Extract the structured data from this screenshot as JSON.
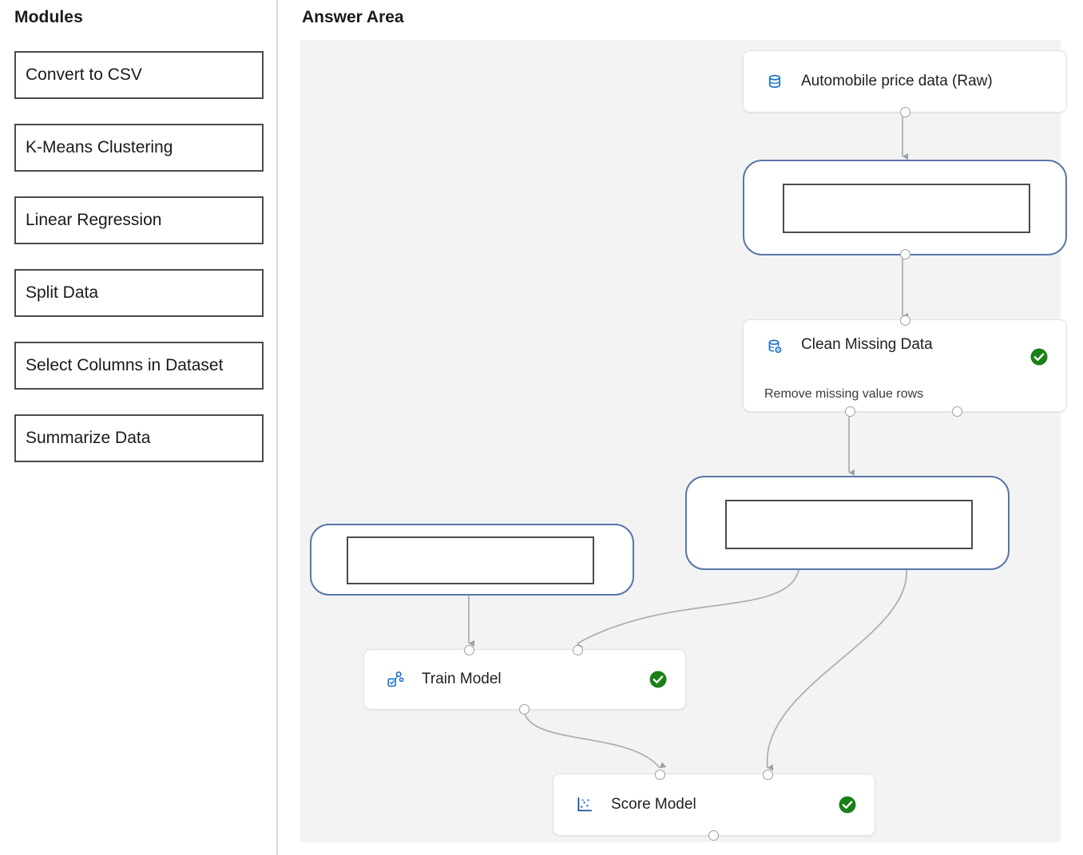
{
  "modules_panel": {
    "title": "Modules",
    "items": [
      {
        "label": "Convert to CSV"
      },
      {
        "label": "K-Means Clustering"
      },
      {
        "label": "Linear Regression"
      },
      {
        "label": "Split Data"
      },
      {
        "label": "Select Columns in Dataset"
      },
      {
        "label": "Summarize Data"
      }
    ]
  },
  "answer_area": {
    "title": "Answer Area",
    "canvas_background": "#f3f3f3",
    "nodes": [
      {
        "id": "automobile-price-data",
        "title": "Automobile price data (Raw)",
        "subtitle": "",
        "icon": "database-icon",
        "status": "",
        "accent": "#1a73c8"
      },
      {
        "id": "clean-missing-data",
        "title": "Clean Missing Data",
        "subtitle": "Remove missing value rows",
        "icon": "database-gear-icon",
        "status": "check-circle-icon",
        "accent": "#1a73c8"
      },
      {
        "id": "train-model",
        "title": "Train Model",
        "subtitle": "",
        "icon": "model-graph-icon",
        "status": "check-circle-icon",
        "accent": "#1a73c8"
      },
      {
        "id": "score-model",
        "title": "Score Model",
        "subtitle": "",
        "icon": "scatter-plot-icon",
        "status": "check-circle-icon",
        "accent": "#1a73c8"
      }
    ],
    "dropzones": [
      {
        "id": "dropzone-1",
        "label": ""
      },
      {
        "id": "dropzone-2",
        "label": ""
      },
      {
        "id": "dropzone-3",
        "label": ""
      }
    ],
    "status_color": "#1a8017",
    "dropzone_border_color": "#5b76a8",
    "edge_color": "#aab0b8"
  }
}
